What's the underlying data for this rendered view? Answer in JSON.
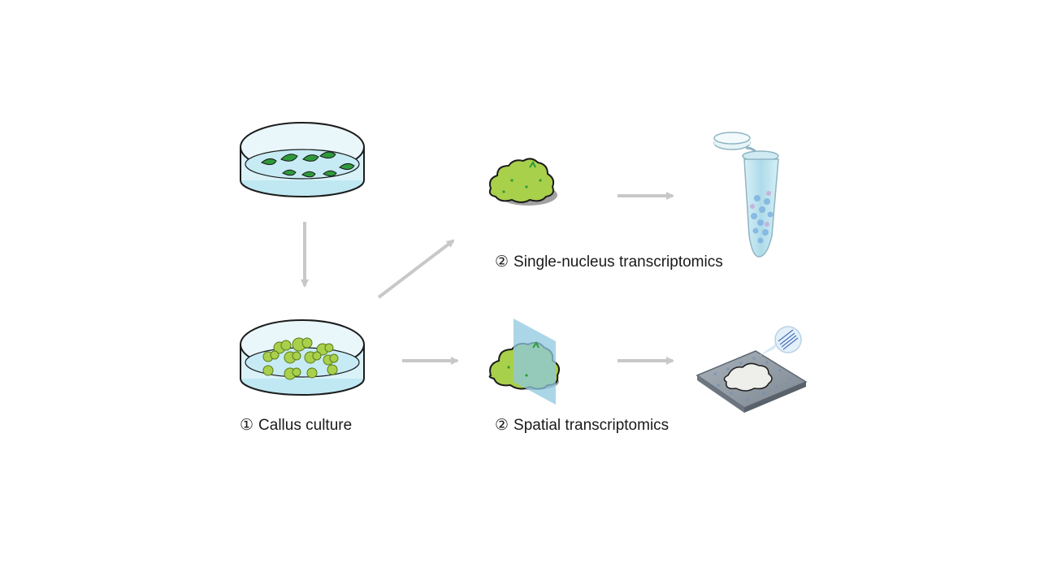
{
  "labels": {
    "callus": {
      "marker": "①",
      "text": "Callus culture"
    },
    "single_nucleus": {
      "marker": "②",
      "text": "Single-nucleus transcriptomics"
    },
    "spatial": {
      "marker": "②",
      "text": "Spatial transcriptomics"
    }
  },
  "colors": {
    "arrow": "#c8c8c8",
    "dish_liquid": "#bfe8f2",
    "dish_outline": "#1c1c1c",
    "leaf": "#2e9a3c",
    "callus": "#a9d04a",
    "callus_shadow": "#6b6b6b",
    "tube": "#bde3ee",
    "section_plane": "#8fc8e0",
    "chip": "#9aa3ad"
  },
  "icons": [
    "petri-dish-with-leaves-icon",
    "petri-dish-with-calli-icon",
    "callus-icon",
    "sectioned-callus-icon",
    "microtube-with-nuclei-icon",
    "spatial-chip-icon"
  ]
}
